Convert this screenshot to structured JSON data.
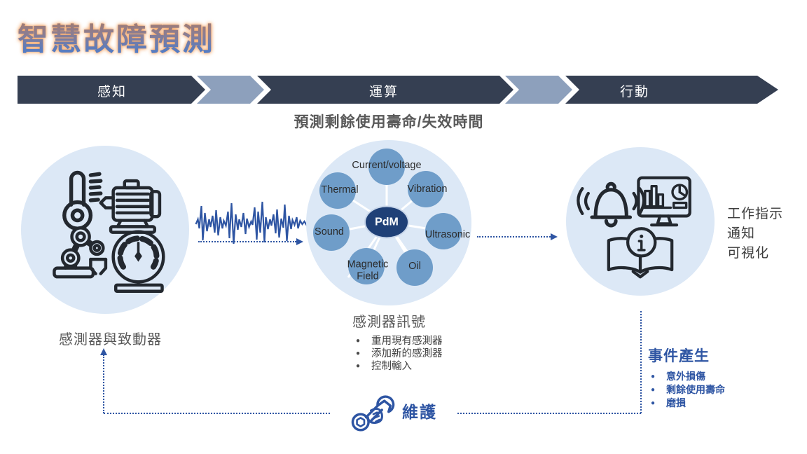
{
  "title": "智慧故障預測",
  "banner": {
    "stages": [
      {
        "label": "感知"
      },
      {
        "label": "運算"
      },
      {
        "label": "行動"
      }
    ]
  },
  "subtitle": "預測剩餘使用壽命/失效時間",
  "sensing": {
    "caption": "感測器與致動器",
    "icons": [
      "thermometer-icon",
      "motor-icon",
      "robot-arm-icon",
      "gauge-icon"
    ]
  },
  "signal": {
    "icon": "waveform-signal"
  },
  "pdm": {
    "center_label": "PdM",
    "satellites": [
      "Current/voltage",
      "Thermal",
      "Vibration",
      "Sound",
      "Ultrasonic",
      "Magnetic Field",
      "Oil"
    ]
  },
  "sensor_signals": {
    "heading": "感測器訊號",
    "items": [
      "重用現有感測器",
      "添加新的感測器",
      "控制輸入"
    ]
  },
  "action": {
    "icons": [
      "alarm-bell-icon",
      "dashboard-monitor-icon",
      "info-book-icon"
    ],
    "caption_lines": [
      "工作指示",
      "通知",
      "可視化"
    ]
  },
  "events": {
    "heading": "事件產生",
    "items": [
      "意外損傷",
      "剩餘使用壽命",
      "磨損"
    ]
  },
  "maintenance": {
    "label": "維護",
    "icon": "wrench-hand-icon"
  },
  "colors": {
    "banner_dark": "#353f52",
    "banner_chevron": "#8da0bc",
    "circle_fill": "#dce8f6",
    "satellite_fill": "#6f9dc9",
    "pdm_fill": "#1f4077",
    "accent_blue": "#2e55a3",
    "heading_gray": "#595959",
    "text_dark": "#3d3d3d",
    "title_top": "#b07a5e",
    "title_bottom": "#3e7bd7"
  }
}
